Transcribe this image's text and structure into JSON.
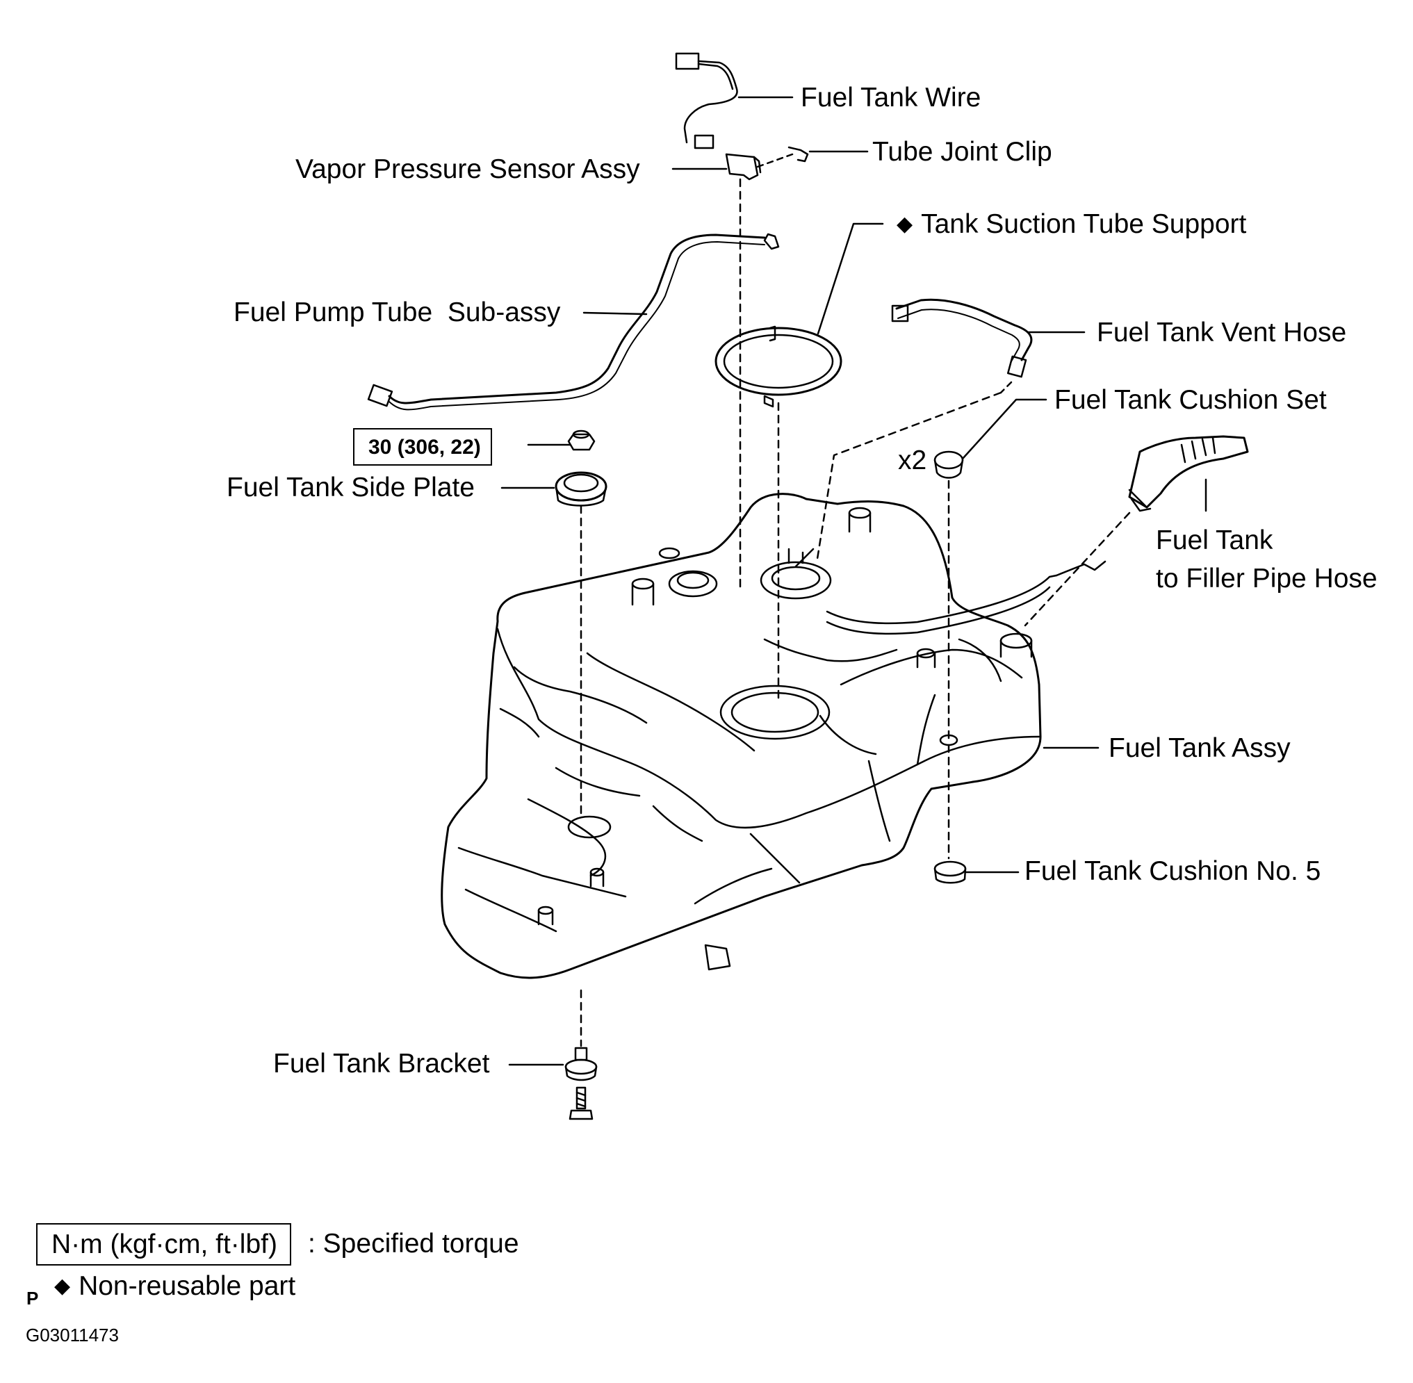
{
  "labels": {
    "fuel_tank_wire": "Fuel Tank Wire",
    "tube_joint_clip": "Tube Joint Clip",
    "vapor_pressure_sensor": "Vapor Pressure Sensor Assy",
    "tank_suction_tube_support": "Tank Suction Tube Support",
    "fuel_pump_tube": "Fuel Pump Tube  Sub-assy",
    "fuel_tank_vent_hose": "Fuel Tank Vent Hose",
    "fuel_tank_cushion_set": "Fuel Tank Cushion Set",
    "quantity_x2": "x2",
    "torque_value": "30 (306, 22)",
    "fuel_tank_side_plate": "Fuel Tank Side Plate",
    "filler_pipe_hose_line1": "Fuel Tank",
    "filler_pipe_hose_line2": "to Filler Pipe Hose",
    "fuel_tank_assy": "Fuel Tank Assy",
    "fuel_tank_cushion_no5": "Fuel Tank Cushion No. 5",
    "fuel_tank_bracket": "Fuel Tank Bracket"
  },
  "legend": {
    "torque_units": "N·m (kgf·cm, ft·lbf)",
    "torque_desc": ": Specified torque",
    "non_reusable_desc": "Non-reusable part",
    "diamond_symbol": "◆",
    "p_mark": "P"
  },
  "figure_code": "G03011473"
}
